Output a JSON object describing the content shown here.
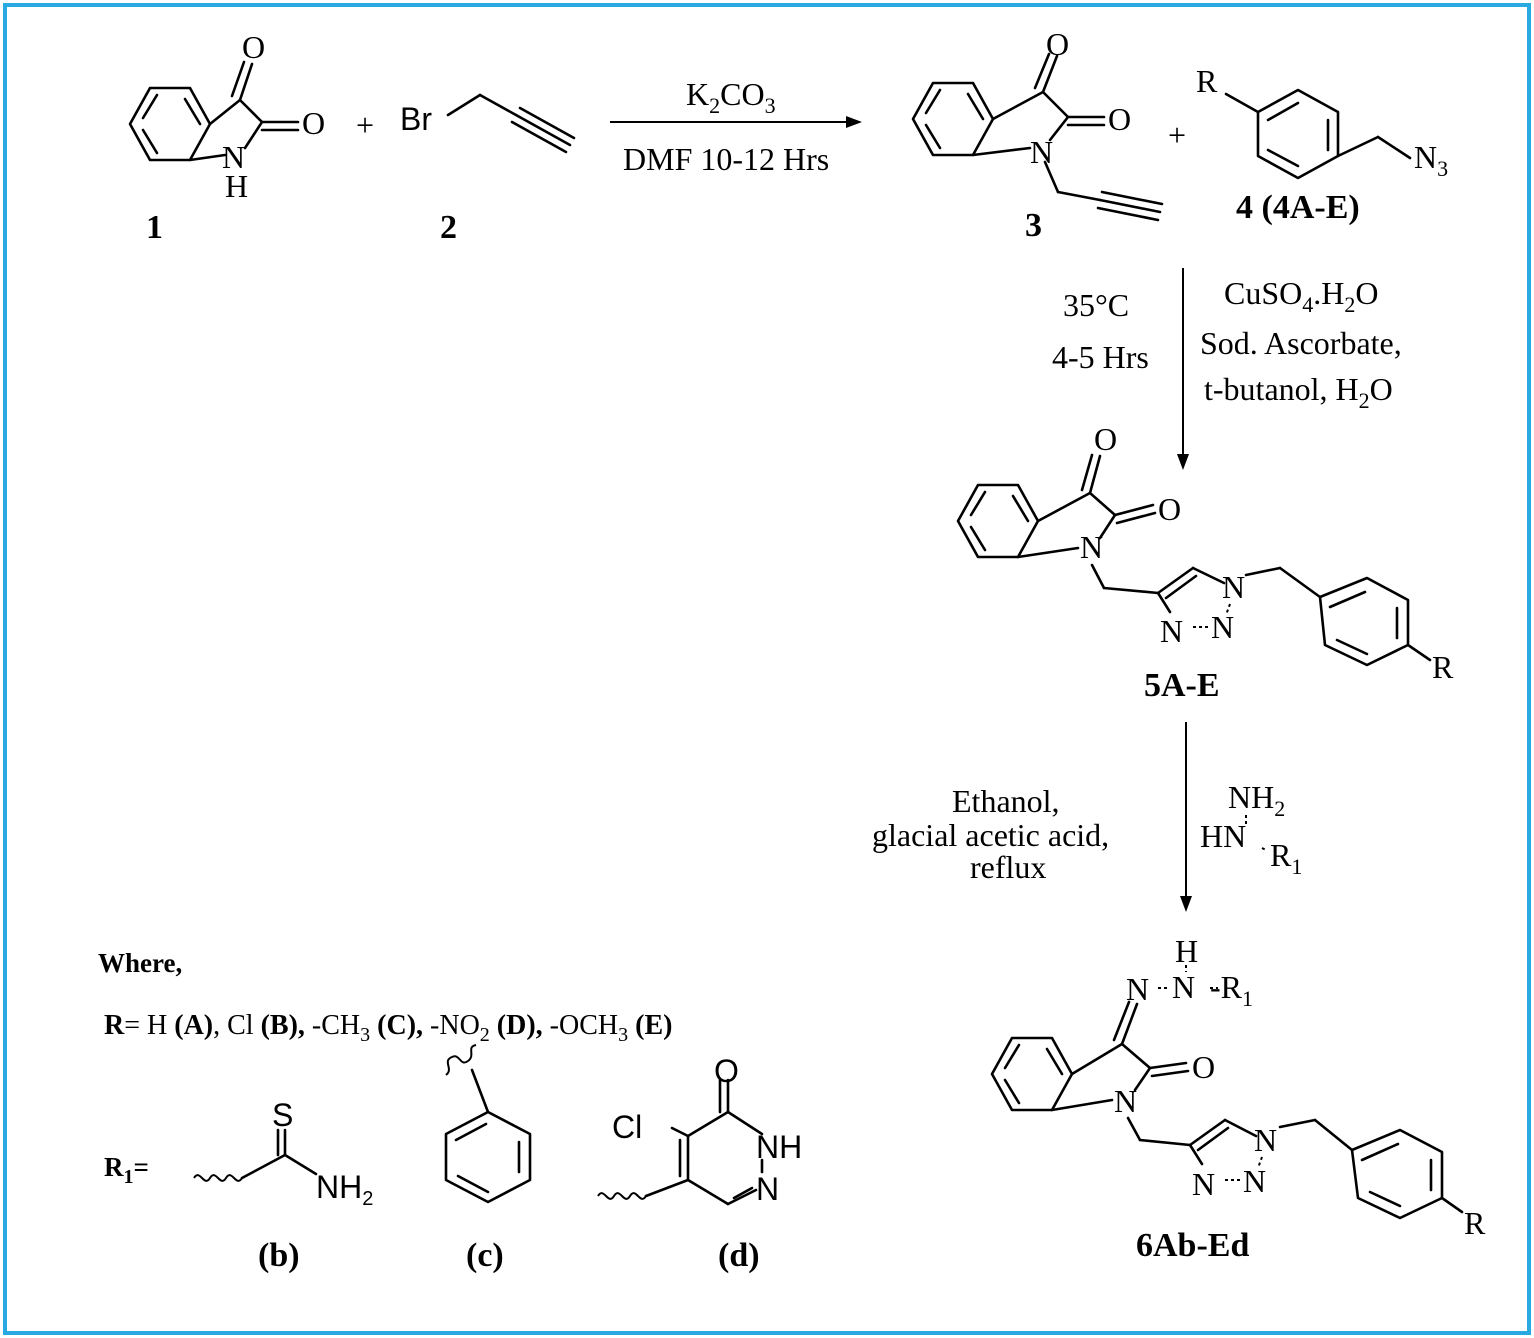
{
  "colors": {
    "frame": "#29a9e1",
    "oxygen": "#ee1c24",
    "nitrogen": "#1c1cf0",
    "halogen": "#ee1c24",
    "sulfur": "#ee1c24",
    "carbon": "#000000"
  },
  "atoms": {
    "O": "O",
    "N": "N",
    "H": "H",
    "Br": "Br",
    "R": "R",
    "S": "S",
    "Cl": "Cl",
    "NH": "NH",
    "HN": "HN"
  },
  "plus": "+",
  "compounds": {
    "c1": "1",
    "c2": "2",
    "c3": "3",
    "c4": "4 (4A-E)",
    "c5": "5A-E",
    "c6": "6Ab-Ed"
  },
  "step1": {
    "reagent_main": "K",
    "reagent_sub1": "2",
    "reagent_mid": "CO",
    "reagent_sub2": "3",
    "conditions": "DMF 10-12 Hrs"
  },
  "step2": {
    "temp": "35°C",
    "time": "4-5 Hrs",
    "cat_main": "CuSO",
    "cat_sub": "4",
    "cat_rest": ".H",
    "cat_sub2": "2",
    "cat_end": "O",
    "line2": "Sod. Ascorbate,",
    "line3_main": "t-butanol, H",
    "line3_sub": "2",
    "line3_end": "O"
  },
  "step3": {
    "line1": "Ethanol,",
    "line2": "glacial acetic acid,",
    "line3": "reflux",
    "reagent_nh": "NH",
    "reagent_nh_sub": "2",
    "reagent_r": "R",
    "reagent_r_sub": "1"
  },
  "azide": {
    "label": "N",
    "sub": "3"
  },
  "product6": {
    "h": "H",
    "n1": "N",
    "n2": "N",
    "r": "-R",
    "r_sub": "1"
  },
  "legend": {
    "where": "Where,",
    "r_label": "R",
    "r_eq": "= H ",
    "a": "(A)",
    "sep1": ", Cl ",
    "b": "(B),",
    "sep2": " -CH",
    "ch3_sub": "3",
    "c": " (C),",
    "sep3": " -NO",
    "no2_sub": "2",
    "d": " (D),",
    "sep4": " -OCH",
    "och3_sub": "3",
    "e": " (E)",
    "r1_label": "R",
    "r1_sub": "1",
    "r1_eq": "=",
    "nh2_main": "NH",
    "nh2_sub": "2",
    "label_b": "(b)",
    "label_c": "(c)",
    "label_d": "(d)"
  }
}
